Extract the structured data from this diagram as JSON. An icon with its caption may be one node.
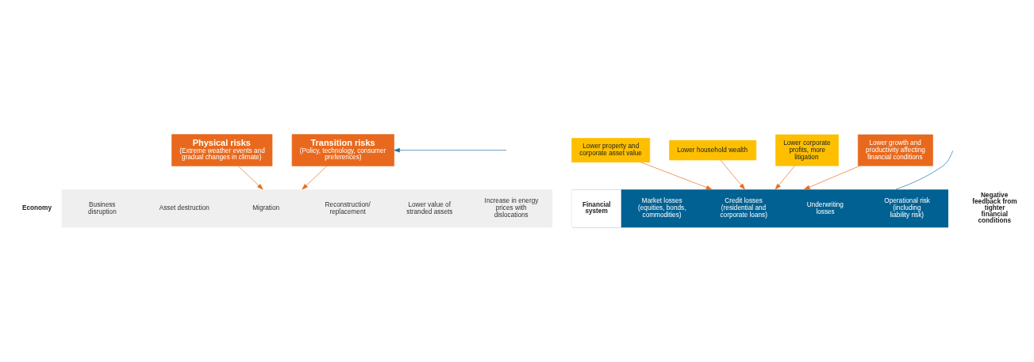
{
  "diagram": {
    "nodes": [
      {
        "text": [
          "Physical risks",
          "(Extreme weather events and gradual changes in climate)"
        ]
      },
      {
        "text": [
          "Transition risks",
          "(Policy, technology, consumer preferences)"
        ]
      },
      {
        "text": [
          "Economy",
          "Business disruption",
          "Asset destruction",
          "Migration",
          "Reconstruction/ replacement",
          "Lower value of stranded assets",
          "Increase in energy prices with dislocations"
        ]
      },
      {
        "text": [
          "Lower property and corporate asset value"
        ]
      },
      {
        "text": [
          "Lower household wealth"
        ]
      },
      {
        "text": [
          "Lower corporate profits, more litigation"
        ]
      },
      {
        "text": [
          "Lower growth and productivity affecting financial conditions"
        ]
      },
      {
        "text": [
          "Financial system",
          "Market losses (equities, bonds, commodities)",
          "Credit losses (residential and corporate loans)",
          "Underwriting losses",
          "Operational risk (including liability risk)"
        ]
      }
    ],
    "edges": [
      {
        "from": 0,
        "to": 2,
        "arrow": "to"
      },
      {
        "from": 1,
        "to": 2,
        "arrow": "to"
      },
      {
        "from": 3,
        "to": 7,
        "arrow": "to"
      },
      {
        "from": 4,
        "to": 7,
        "arrow": "to"
      },
      {
        "from": 5,
        "to": 7,
        "arrow": "to"
      },
      {
        "from": 6,
        "to": 7,
        "arrow": "to"
      },
      {
        "from": 7,
        "to": null,
        "arrow": "none",
        "color": "#1d6fa3"
      },
      {
        "from": null,
        "to": 1,
        "arrow": "to",
        "color": "#1d6fa3"
      }
    ],
    "labels": [
      "Negative feedback from tighter financial conditions"
    ]
  }
}
